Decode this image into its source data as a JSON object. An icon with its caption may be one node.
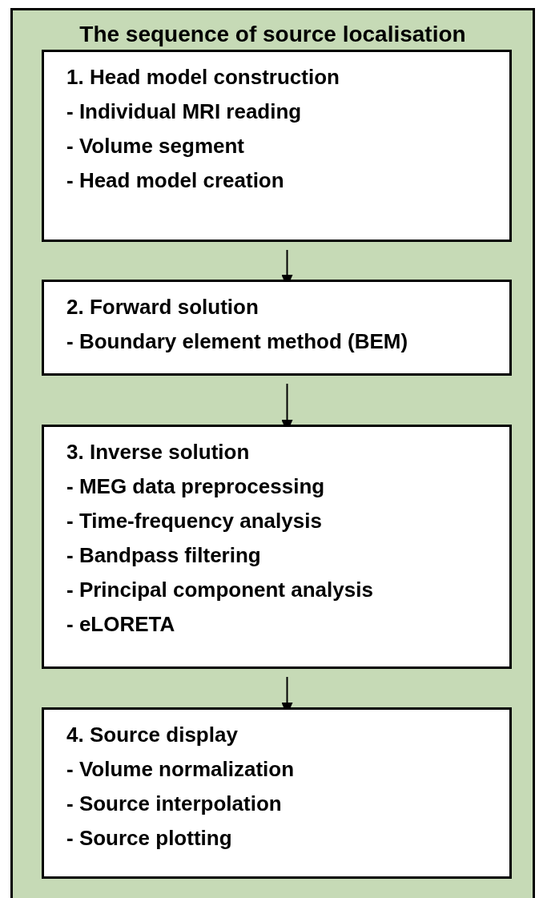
{
  "diagram": {
    "nodes": [
      {
        "text": [
          "The sequence of source localisation"
        ]
      },
      {
        "text": [
          "1. Head model construction",
          "- Individual MRI reading",
          "- Volume segment",
          "- Head model creation"
        ],
        "in": 0
      },
      {
        "text": [
          "2. Forward solution",
          "- Boundary element method (BEM)"
        ],
        "in": 0
      },
      {
        "text": [
          "3. Inverse solution",
          "- MEG data preprocessing",
          "- Time-frequency analysis",
          "- Bandpass filtering",
          "- Principal component analysis",
          "- eLORETA"
        ],
        "in": 0
      },
      {
        "text": [
          "4. Source display",
          "- Volume normalization",
          "- Source interpolation",
          "- Source plotting"
        ],
        "in": 0
      }
    ],
    "edges": [
      {
        "from": 1,
        "to": 2,
        "arrow": "to"
      },
      {
        "from": 2,
        "to": 3,
        "arrow": "to"
      },
      {
        "from": 3,
        "to": 4,
        "arrow": "to"
      }
    ]
  }
}
